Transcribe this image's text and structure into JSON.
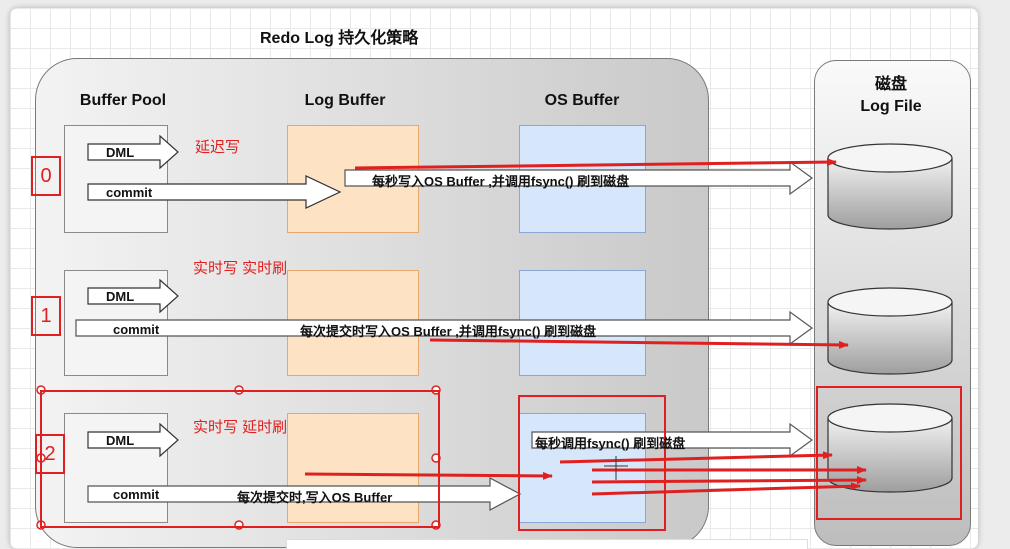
{
  "title": "Redo Log 持久化策略",
  "headers": {
    "buffer_pool": "Buffer Pool",
    "log_buffer": "Log Buffer",
    "os_buffer": "OS Buffer",
    "disk": [
      "磁盘",
      "Log File"
    ]
  },
  "rows": [
    {
      "number": "0",
      "strategy": "延迟写",
      "dml": "DML",
      "commit": "commit",
      "flow_text": "每秒写入OS Buffer ,并调用fsync() 刷到磁盘"
    },
    {
      "number": "1",
      "strategy": "实时写 实时刷",
      "dml": "DML",
      "commit": "commit",
      "flow_text": "每次提交时写入OS Buffer ,并调用fsync() 刷到磁盘"
    },
    {
      "number": "2",
      "strategy": "实时写 延时刷",
      "dml": "DML",
      "commit": "commit",
      "flow_text": "每次提交时,写入OS Buffer",
      "flow_text_2": "每秒调用fsync() 刷到磁盘"
    }
  ],
  "colors": {
    "accent_red": "#e02020",
    "log_buffer_fill": "#fde2c3",
    "os_buffer_fill": "#d6e6fb"
  }
}
